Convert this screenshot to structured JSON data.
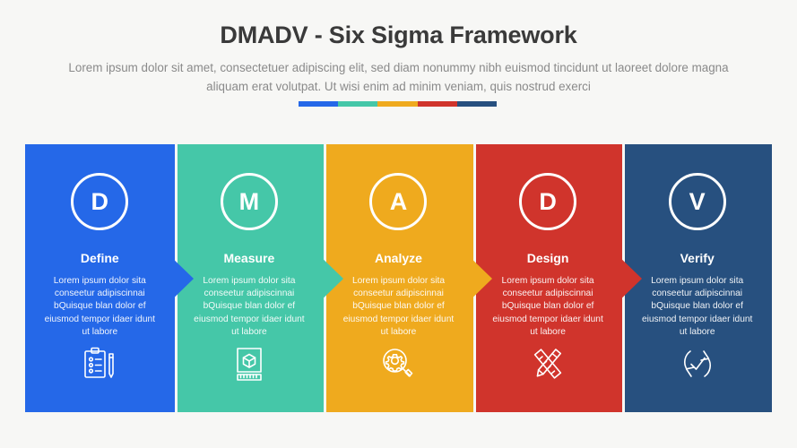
{
  "header": {
    "title": "DMADV - Six Sigma Framework",
    "subtitle": "Lorem ipsum dolor sit amet, consectetuer adipiscing elit, sed diam nonummy nibh euismod tincidunt ut laoreet dolore magna aliquam erat volutpat. Ut wisi enim ad minim veniam, quis nostrud exerci"
  },
  "accent_bar": {
    "colors": [
      "#2568e8",
      "#45c7a8",
      "#efaa1e",
      "#d0342c",
      "#27507f"
    ]
  },
  "background_color": "#f7f7f5",
  "steps": [
    {
      "letter": "D",
      "title": "Define",
      "description": "Lorem ipsum dolor sita conseetur adipiscinnai bQuisque blan dolor ef eiusmod tempor idaer idunt ut labore",
      "color": "#2568e8",
      "icon": "clipboard-checklist-pencil-icon"
    },
    {
      "letter": "M",
      "title": "Measure",
      "description": "Lorem ipsum dolor sita conseetur adipiscinnai bQuisque blan dolor ef eiusmod tempor idaer idunt ut labore",
      "color": "#45c7a8",
      "icon": "cube-ruler-icon"
    },
    {
      "letter": "A",
      "title": "Analyze",
      "description": "Lorem ipsum dolor sita conseetur adipiscinnai bQuisque blan dolor ef eiusmod tempor idaer idunt ut labore",
      "color": "#efaa1e",
      "icon": "magnifier-gear-icon"
    },
    {
      "letter": "D",
      "title": "Design",
      "description": "Lorem ipsum dolor sita conseetur adipiscinnai bQuisque blan dolor ef eiusmod tempor idaer idunt ut labore",
      "color": "#d0342c",
      "icon": "pencil-ruler-cross-icon"
    },
    {
      "letter": "V",
      "title": "Verify",
      "description": "Lorem ipsum dolor sita conseetur adipiscinnai bQuisque blan dolor ef eiusmod tempor idaer idunt ut labore",
      "color": "#27507f",
      "icon": "refresh-check-icon"
    }
  ]
}
